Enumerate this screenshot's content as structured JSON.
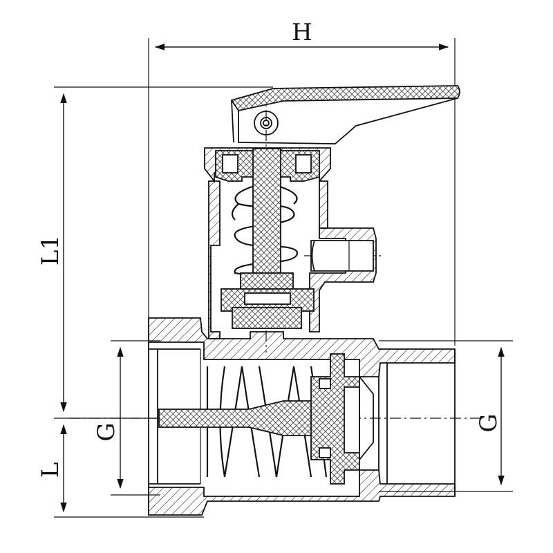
{
  "dimensions": {
    "width_label": "H",
    "total_height_label": "L1",
    "lower_height_label": "L",
    "thread_left_label": "G",
    "thread_right_label": "G"
  }
}
